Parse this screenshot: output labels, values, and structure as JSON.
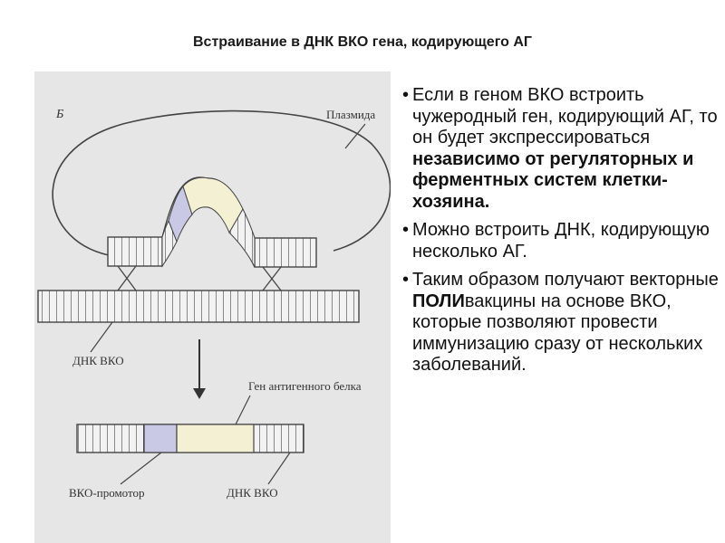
{
  "title": "Встраивание в ДНК ВКО гена, кодирующего АГ",
  "figure": {
    "letter": "Б",
    "plasmid": "Плазмида",
    "vko_dna_top": "ДНК ВКО",
    "antigen_gene": "Ген антигенного белка",
    "vko_promoter": "ВКО-промотор",
    "vko_dna_bottom": "ДНК ВКО",
    "colors": {
      "promoter": "#c9c9e6",
      "gene": "#f3f0d4",
      "strand": "#f2f2f2",
      "stroke": "#444444"
    }
  },
  "bullets": [
    {
      "pre": "Если в геном ВКО встроить чужеродный ген, кодирующий АГ, то он будет экспрессироваться ",
      "bold": "независимо от регуляторных и ферментных систем клетки-хозяина.",
      "post": ""
    },
    {
      "pre": "Можно встроить ДНК, кодирующую несколько АГ.",
      "bold": "",
      "post": ""
    },
    {
      "pre": "Таким образом получают векторные ",
      "bold": "ПОЛИ",
      "post": "вакцины на основе ВКО, которые позволяют провести иммунизацию сразу от нескольких заболеваний."
    }
  ]
}
